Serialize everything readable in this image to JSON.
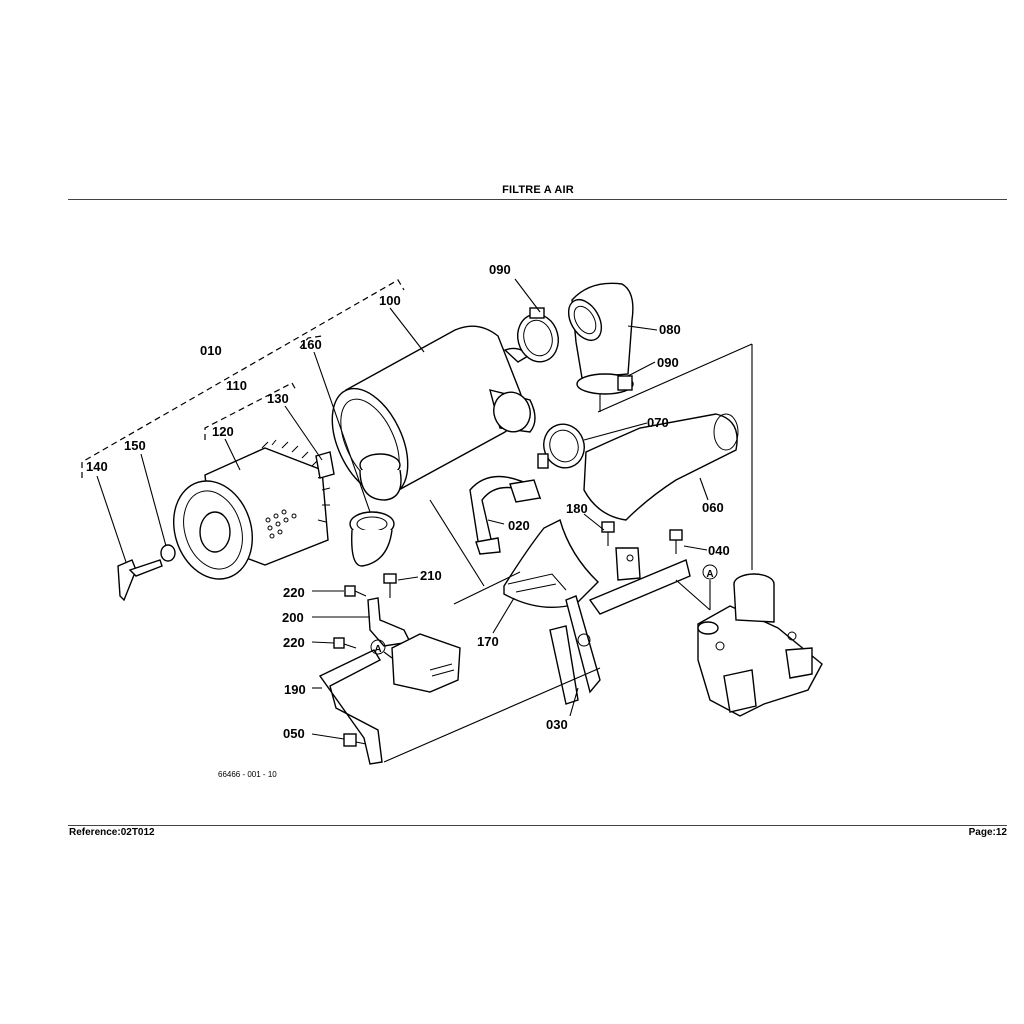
{
  "header": {
    "title": "FILTRE A AIR"
  },
  "footer": {
    "reference": "Reference:02T012",
    "page": "Page:12"
  },
  "diagram": {
    "drawing_code": "66466 - 001 - 10",
    "callouts": {
      "p010": "010",
      "p020": "020",
      "p030": "030",
      "p040": "040",
      "p050": "050",
      "p060": "060",
      "p070": "070",
      "p080": "080",
      "p090a": "090",
      "p090b": "090",
      "p100": "100",
      "p110": "110",
      "p120": "120",
      "p130": "130",
      "p140": "140",
      "p150": "150",
      "p160": "160",
      "p170": "170",
      "p180": "180",
      "p190": "190",
      "p200": "200",
      "p210": "210",
      "p220a": "220",
      "p220b": "220"
    },
    "markers": {
      "a1": "A",
      "a2": "A"
    }
  }
}
